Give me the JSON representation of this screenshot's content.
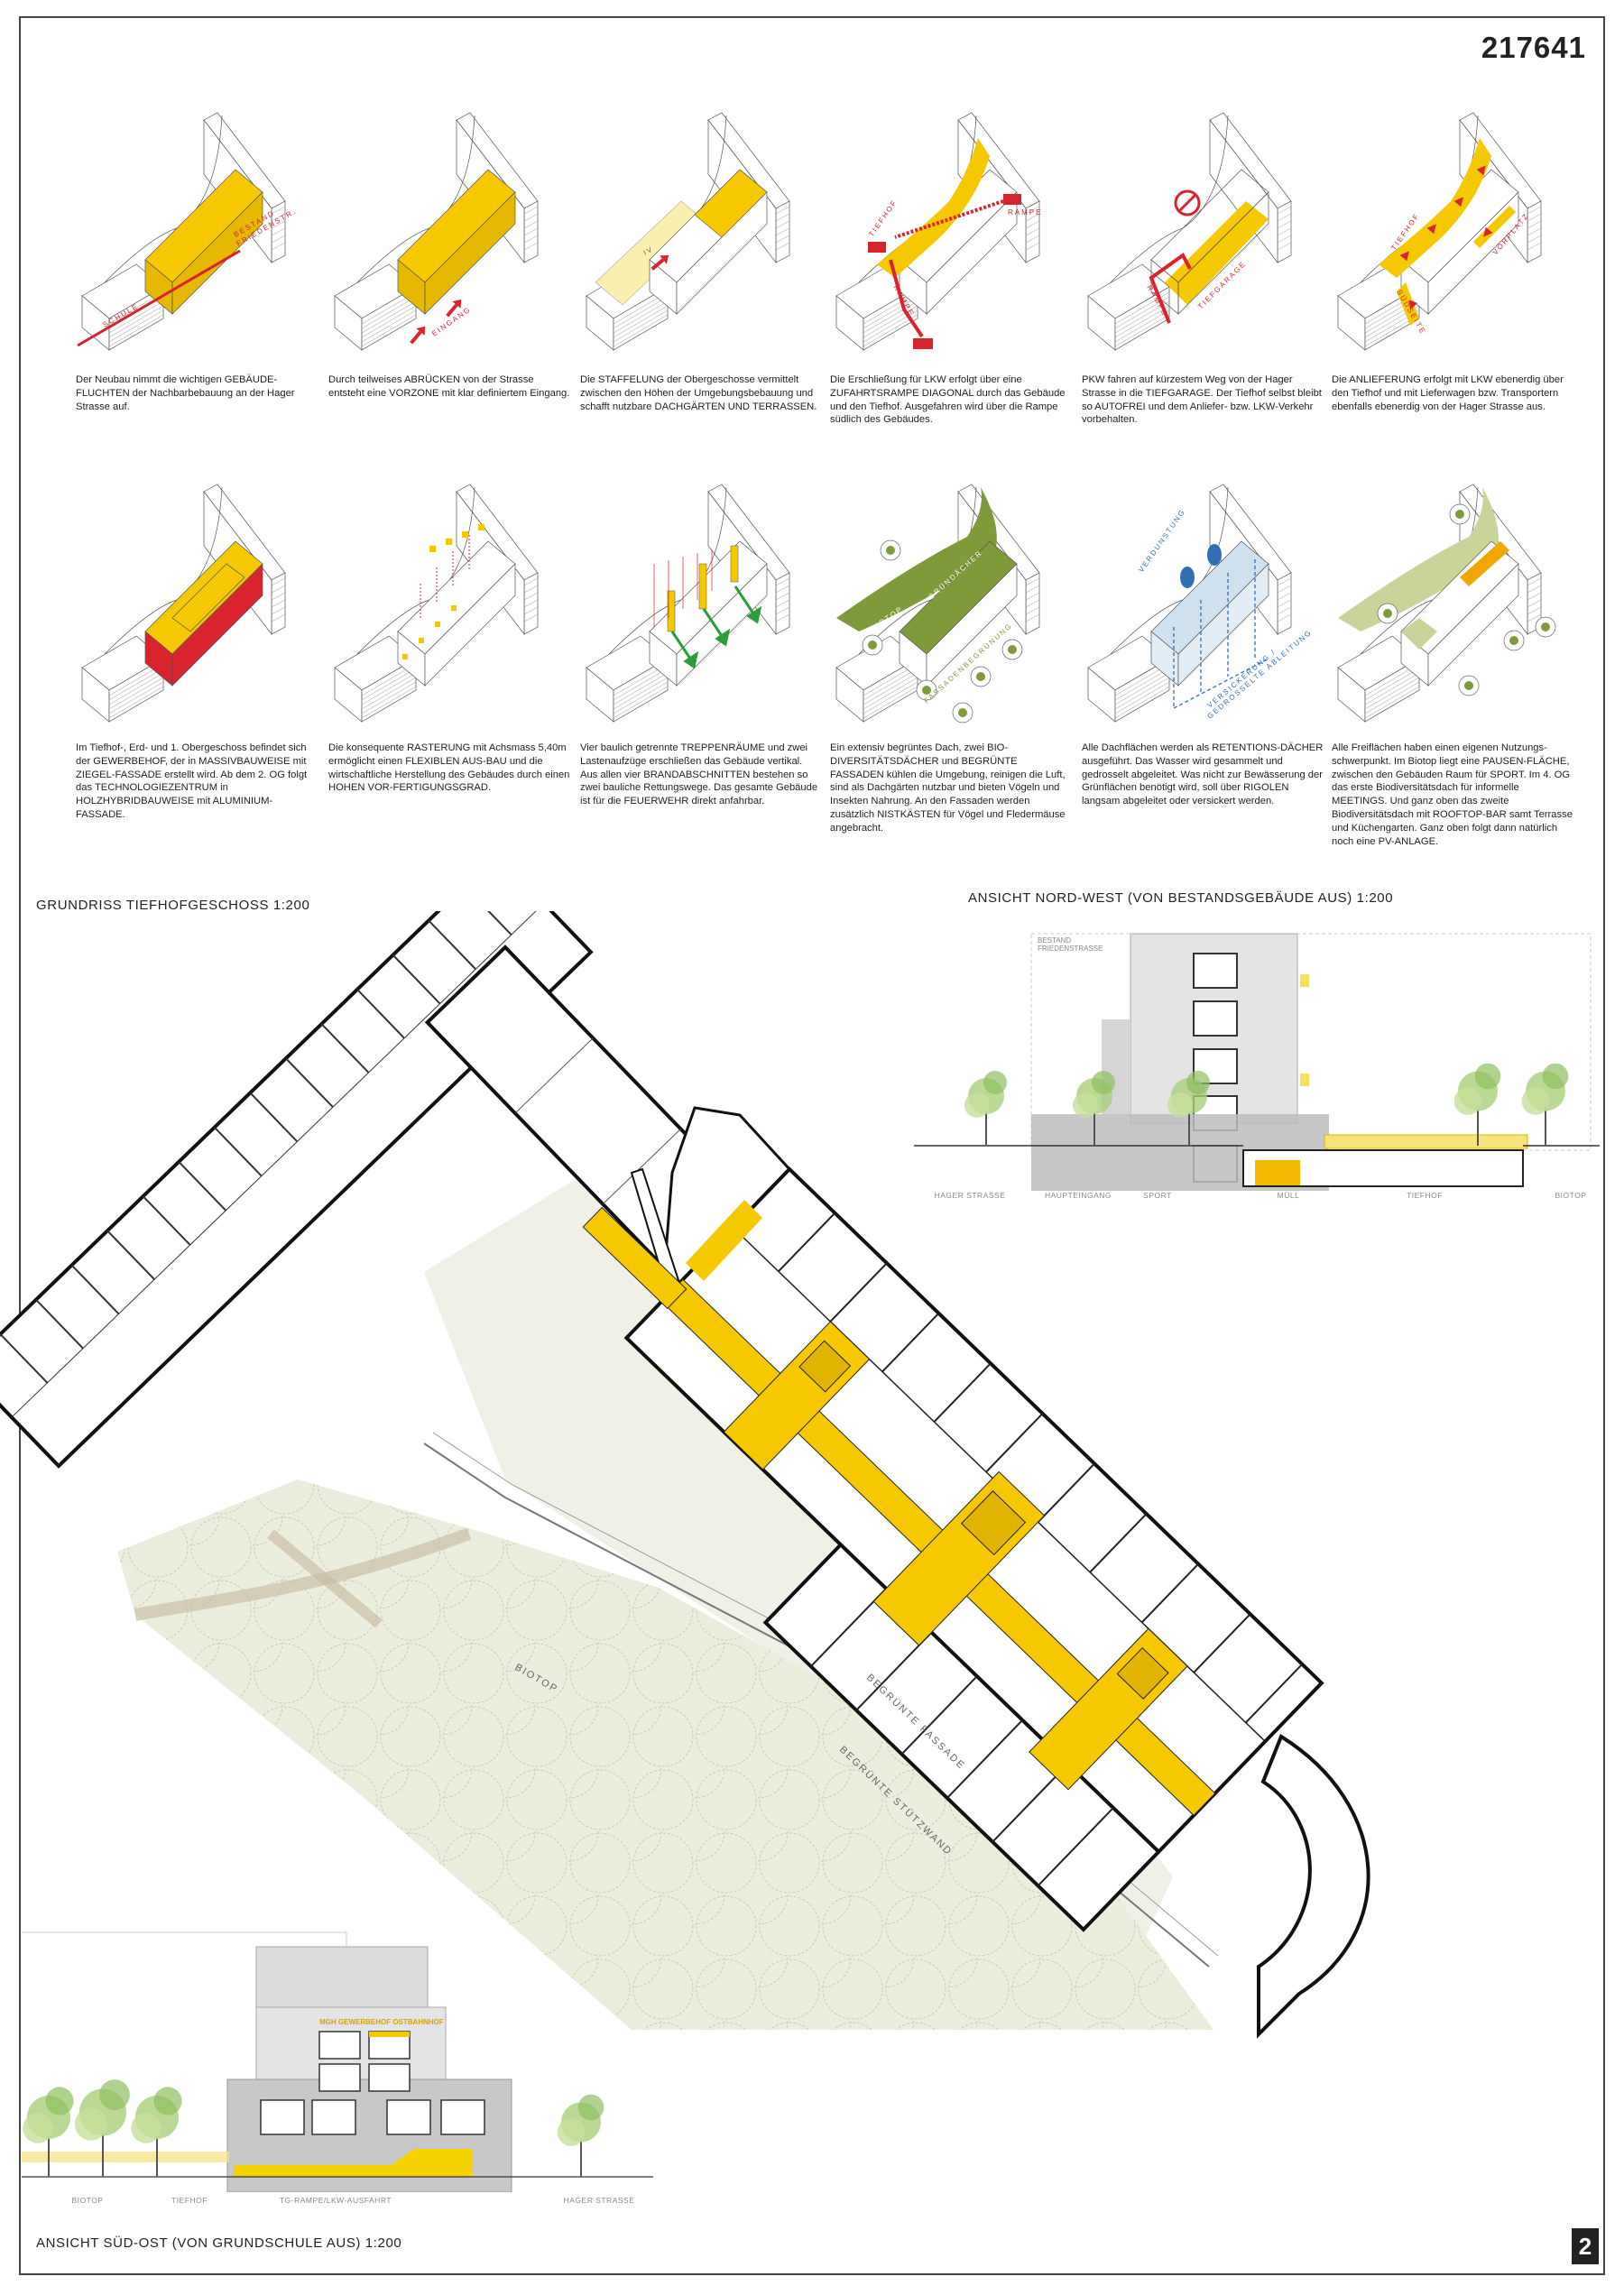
{
  "project_number": "217641",
  "page_number": "2",
  "diagrams": [
    {
      "labels": [
        "SCHULE",
        "BESTAND",
        "FRIEDENSTR."
      ],
      "caption": "Der Neubau nimmt die wichtigen GEBÄUDE-FLUCHTEN der Nachbarbebauung an der Hager Strasse auf."
    },
    {
      "labels": [
        "EINGANG"
      ],
      "caption": "Durch teilweises ABRÜCKEN von der Strasse entsteht eine VORZONE mit klar definiertem Eingang."
    },
    {
      "labels": [
        "IV"
      ],
      "caption": "Die STAFFELUNG der Obergeschosse vermittelt zwischen den Höhen der Umgebungsbebauung und schafft nutzbare DACHGÄRTEN UND TERRASSEN."
    },
    {
      "labels": [
        "TIEFHOF",
        "RAMPE",
        "RAMPE"
      ],
      "caption": "Die Erschließung für LKW erfolgt über eine ZUFAHRTSRAMPE DIAGONAL durch das Gebäude und den Tiefhof. Ausgefahren wird über die Rampe südlich des Gebäudes."
    },
    {
      "labels": [
        "RAMPE",
        "TIEFGARAGE"
      ],
      "caption": "PKW fahren auf kürzestem Weg von der Hager Strasse in die TIEFGARAGE. Der Tiefhof selbst bleibt so AUTOFREI und dem Anliefer- bzw. LKW-Verkehr vorbehalten."
    },
    {
      "labels": [
        "TIEFHOF",
        "VORPLATZ",
        "SÜDSEITE"
      ],
      "caption": "Die ANLIEFERUNG erfolgt mit LKW ebenerdig über den Tiefhof und mit Lieferwagen bzw. Transportern ebenfalls ebenerdig von der Hager Strasse aus."
    },
    {
      "labels": [],
      "caption": "Im Tiefhof-, Erd- und 1. Obergeschoss befindet sich der GEWERBEHOF, der in MASSIVBAUWEISE mit ZIEGEL-FASSADE erstellt wird. Ab dem 2. OG folgt das TECHNOLOGIEZENTRUM in HOLZHYBRIDBAUWEISE mit ALUMINIUM-FASSADE."
    },
    {
      "labels": [],
      "caption": "Die konsequente RASTERUNG mit Achsmass 5,40m ermöglicht einen FLEXIBLEN AUS-BAU und die wirtschaftliche Herstellung des Gebäudes durch einen HOHEN VOR-FERTIGUNGSGRAD."
    },
    {
      "labels": [],
      "caption": "Vier baulich getrennte TREPPENRÄUME und zwei Lastenaufzüge erschließen das Gebäude vertikal. Aus allen vier BRANDABSCHNITTEN bestehen so zwei bauliche Rettungswege. Das gesamte Gebäude ist für die FEUERWEHR direkt anfahrbar."
    },
    {
      "labels": [
        "BIOTOP",
        "GRÜNDÄCHER",
        "FASSADENBEGRÜNUNG"
      ],
      "caption": "Ein extensiv begrüntes Dach, zwei BIO-DIVERSITÄTSDÄCHER und BEGRÜNTE FASSADEN kühlen die Umgebung, reinigen die Luft, sind als Dachgärten nutzbar und bieten Vögeln und Insekten Nahrung. An den Fassaden werden zusätzlich NISTKÄSTEN für Vögel und Fledermäuse angebracht."
    },
    {
      "labels": [
        "VERDUNSTUNG",
        "VERSICKERUNG /",
        "GEDROSSELTE ABLEITUNG"
      ],
      "caption": "Alle Dachflächen werden als RETENTIONS-DÄCHER ausgeführt. Das Wasser wird gesammelt und gedrosselt abgeleitet. Was nicht zur Bewässerung der Grünflächen benötigt wird, soll über RIGOLEN langsam abgeleitet oder versickert werden."
    },
    {
      "labels": [],
      "caption": "Alle Freiflächen haben einen eigenen Nutzungs-schwerpunkt. Im Biotop liegt eine PAUSEN-FLÄCHE, zwischen den Gebäuden Raum für SPORT. Im 4. OG das erste Biodiversitätsdach für informelle MEETINGS. Und ganz oben das zweite Biodiversitätsdach mit ROOFTOP-BAR samt Terrasse und Küchengarten. Ganz oben folgt dann natürlich noch eine PV-ANLAGE."
    }
  ],
  "plan": {
    "title": "GRUNDRISS TIEFHOFGESCHOSS 1:200",
    "labels": {
      "biotop": "BIOTOP",
      "facade": "BEGRÜNTE FASSADE",
      "wall": "BEGRÜNTE STÜTZWAND"
    }
  },
  "elevation_nw": {
    "title": "ANSICHT NORD-WEST (VON BESTANDSGEBÄUDE AUS) 1:200",
    "bestand": [
      "BESTAND",
      "FRIEDENSTRASSE"
    ],
    "labels": [
      "HAGER STRASSE",
      "HAUPTEINGANG",
      "SPORT",
      "MÜLL",
      "TIEFHOF",
      "BIOTOP"
    ]
  },
  "elevation_so": {
    "title": "ANSICHT SÜD-OST (VON GRUNDSCHULE AUS) 1:200",
    "sign": "MGH GEWERBEHOF OSTBAHNHOF",
    "labels": [
      "BIOTOP",
      "TIEFHOF",
      "TG-RAMPE/LKW-AUSFAHRT",
      "HAGER STRASSE"
    ]
  },
  "colors": {
    "yellow": "#f5c800",
    "red": "#d9232e",
    "green": "#7f9a3a",
    "lightgreen": "#c9d49a",
    "blue": "#2f6fb3"
  }
}
